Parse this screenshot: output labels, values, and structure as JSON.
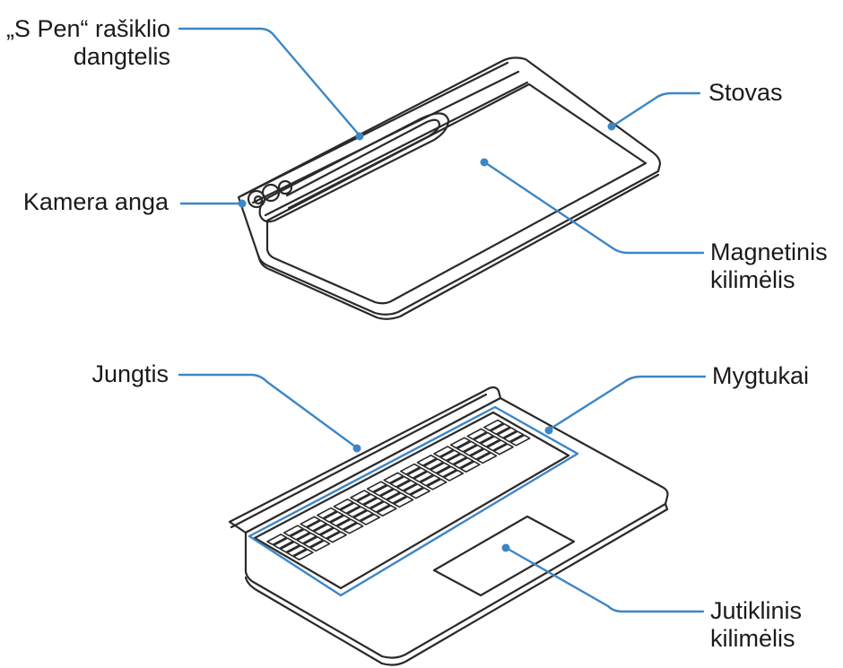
{
  "labels": {
    "spen_cover": [
      "„S Pen“ rašiklio",
      "dangtelis"
    ],
    "camera_hole": "Kamera anga",
    "stand": "Stovas",
    "magnetic_pad": [
      "Magnetinis",
      "kilimėlis"
    ],
    "connector": "Jungtis",
    "keys": "Mygtukai",
    "touchpad": [
      "Jutiklinis",
      "kilimėlis"
    ]
  },
  "colors": {
    "leader_line": "#3d86c6",
    "outline": "#2a2a2a",
    "keyboard_highlight": "#3d86c6",
    "background": "#ffffff"
  }
}
